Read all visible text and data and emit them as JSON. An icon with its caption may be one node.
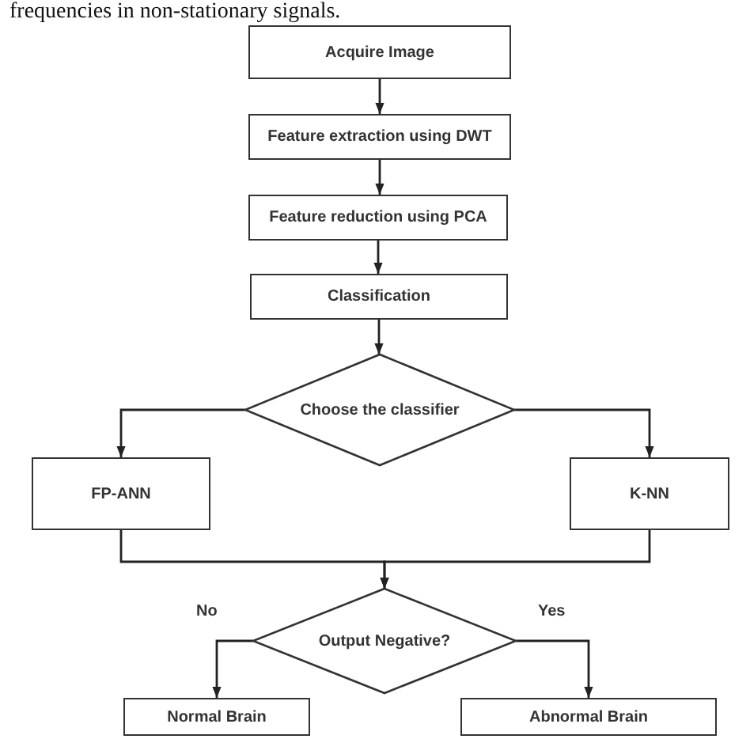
{
  "diagram": {
    "nodes": [
      {
        "text": [
          "Acquire Image"
        ]
      },
      {
        "text": [
          "Feature extraction using DWT"
        ]
      },
      {
        "text": [
          "Feature reduction using PCA"
        ]
      },
      {
        "text": [
          "Classification"
        ]
      },
      {
        "text": [
          "Choose the classifier"
        ]
      },
      {
        "text": [
          "FP-ANN"
        ]
      },
      {
        "text": [
          "K-NN"
        ]
      },
      {
        "text": [
          "Output Negative?"
        ]
      },
      {
        "text": [
          "Normal Brain"
        ]
      },
      {
        "text": [
          "Abnormal Brain"
        ]
      }
    ],
    "edges": [
      {
        "from": 0,
        "to": 1,
        "arrow": "to"
      },
      {
        "from": 1,
        "to": 2,
        "arrow": "to"
      },
      {
        "from": 2,
        "to": 3,
        "arrow": "to"
      },
      {
        "from": 3,
        "to": 4,
        "arrow": "to"
      },
      {
        "from": 4,
        "to": 5,
        "arrow": "to"
      },
      {
        "from": 4,
        "to": 6,
        "arrow": "to"
      },
      {
        "from": 5,
        "to": 7,
        "arrow": "to"
      },
      {
        "from": 6,
        "to": 7,
        "arrow": "to"
      },
      {
        "from": 7,
        "to": 8,
        "arrow": "to",
        "label": "No"
      },
      {
        "from": 7,
        "to": 9,
        "arrow": "to",
        "label": "Yes"
      }
    ],
    "labels": [
      "frequencies in non-stationary signals."
    ]
  }
}
